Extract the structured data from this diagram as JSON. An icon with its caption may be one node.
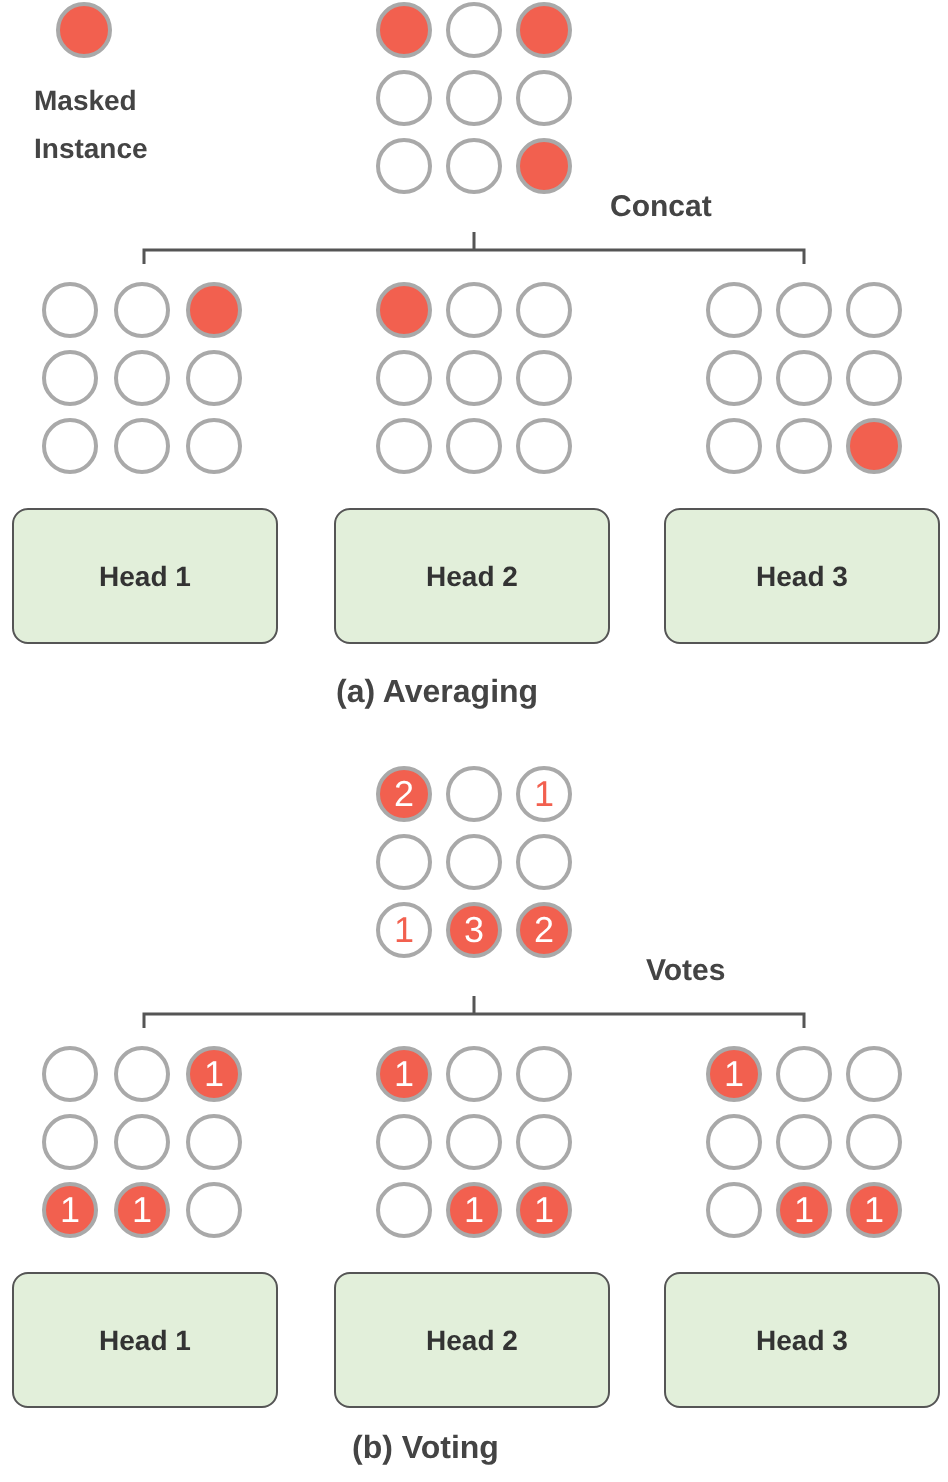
{
  "diagram": {
    "nodes": [
      {
        "text": [],
        "shape": "circle"
      },
      {
        "text": [],
        "shape": "circle"
      },
      {
        "text": [],
        "shape": "circle"
      },
      {
        "text": [],
        "shape": "circle"
      },
      {
        "text": [],
        "shape": "circle"
      },
      {
        "text": [],
        "shape": "circle"
      },
      {
        "text": [],
        "shape": "circle"
      },
      {
        "text": [],
        "shape": "circle"
      },
      {
        "text": [],
        "shape": "circle"
      },
      {
        "text": [],
        "shape": "circle"
      },
      {
        "text": [],
        "shape": "circle"
      },
      {
        "text": [],
        "shape": "circle"
      },
      {
        "text": [],
        "shape": "circle"
      },
      {
        "text": [],
        "shape": "circle"
      },
      {
        "text": [],
        "shape": "circle"
      },
      {
        "text": [],
        "shape": "circle"
      },
      {
        "text": [],
        "shape": "circle"
      },
      {
        "text": [],
        "shape": "circle"
      },
      {
        "text": [],
        "shape": "circle"
      },
      {
        "text": [],
        "shape": "circle"
      },
      {
        "text": [],
        "shape": "circle"
      },
      {
        "text": [],
        "shape": "circle"
      },
      {
        "text": [],
        "shape": "circle"
      },
      {
        "text": [],
        "shape": "circle"
      },
      {
        "text": [],
        "shape": "circle"
      },
      {
        "text": [],
        "shape": "circle"
      },
      {
        "text": [],
        "shape": "circle"
      },
      {
        "text": [],
        "shape": "circle"
      },
      {
        "text": [],
        "shape": "circle"
      },
      {
        "text": [],
        "shape": "circle"
      },
      {
        "text": [],
        "shape": "circle"
      },
      {
        "text": [],
        "shape": "circle"
      },
      {
        "text": [],
        "shape": "circle"
      },
      {
        "text": [],
        "shape": "circle"
      },
      {
        "text": [],
        "shape": "circle"
      },
      {
        "text": [],
        "shape": "circle"
      },
      {
        "text": [
          "Head 1"
        ]
      },
      {
        "text": [
          "Head 2"
        ]
      },
      {
        "text": [
          "Head 3"
        ]
      },
      {
        "text": [
          "2"
        ]
      },
      {
        "text": [],
        "shape": "circle"
      },
      {
        "text": [
          "1"
        ]
      },
      {
        "text": [],
        "shape": "circle"
      },
      {
        "text": [],
        "shape": "circle"
      },
      {
        "text": [],
        "shape": "circle"
      },
      {
        "text": [
          "1"
        ]
      },
      {
        "text": [
          "3"
        ]
      },
      {
        "text": [
          "2"
        ]
      },
      {
        "text": [],
        "shape": "circle"
      },
      {
        "text": [],
        "shape": "circle"
      },
      {
        "text": [
          "1"
        ]
      },
      {
        "text": [],
        "shape": "circle"
      },
      {
        "text": [],
        "shape": "circle"
      },
      {
        "text": [],
        "shape": "circle"
      },
      {
        "text": [
          "1"
        ]
      },
      {
        "text": [
          "1"
        ]
      },
      {
        "text": [],
        "shape": "circle"
      },
      {
        "text": [
          "1"
        ]
      },
      {
        "text": [],
        "shape": "circle"
      },
      {
        "text": [],
        "shape": "circle"
      },
      {
        "text": [],
        "shape": "circle"
      },
      {
        "text": [],
        "shape": "circle"
      },
      {
        "text": [],
        "shape": "circle"
      },
      {
        "text": [],
        "shape": "circle"
      },
      {
        "text": [
          "1"
        ]
      },
      {
        "text": [
          "1"
        ]
      },
      {
        "text": [
          "1"
        ]
      },
      {
        "text": [],
        "shape": "circle"
      },
      {
        "text": [],
        "shape": "circle"
      },
      {
        "text": [],
        "shape": "circle"
      },
      {
        "text": [],
        "shape": "circle"
      },
      {
        "text": [],
        "shape": "circle"
      },
      {
        "text": [],
        "shape": "circle"
      },
      {
        "text": [
          "1"
        ]
      },
      {
        "text": [
          "1"
        ]
      },
      {
        "text": [
          "Head 1"
        ]
      },
      {
        "text": [
          "Head 2"
        ]
      },
      {
        "text": [
          "Head 3"
        ]
      }
    ],
    "edges": [],
    "labels": [
      "Concat",
      "(a) Averaging",
      "Votes",
      "(b) Voting"
    ],
    "legend": [
      {
        "text": "Masked Instance",
        "color": "#f2604f"
      }
    ]
  }
}
